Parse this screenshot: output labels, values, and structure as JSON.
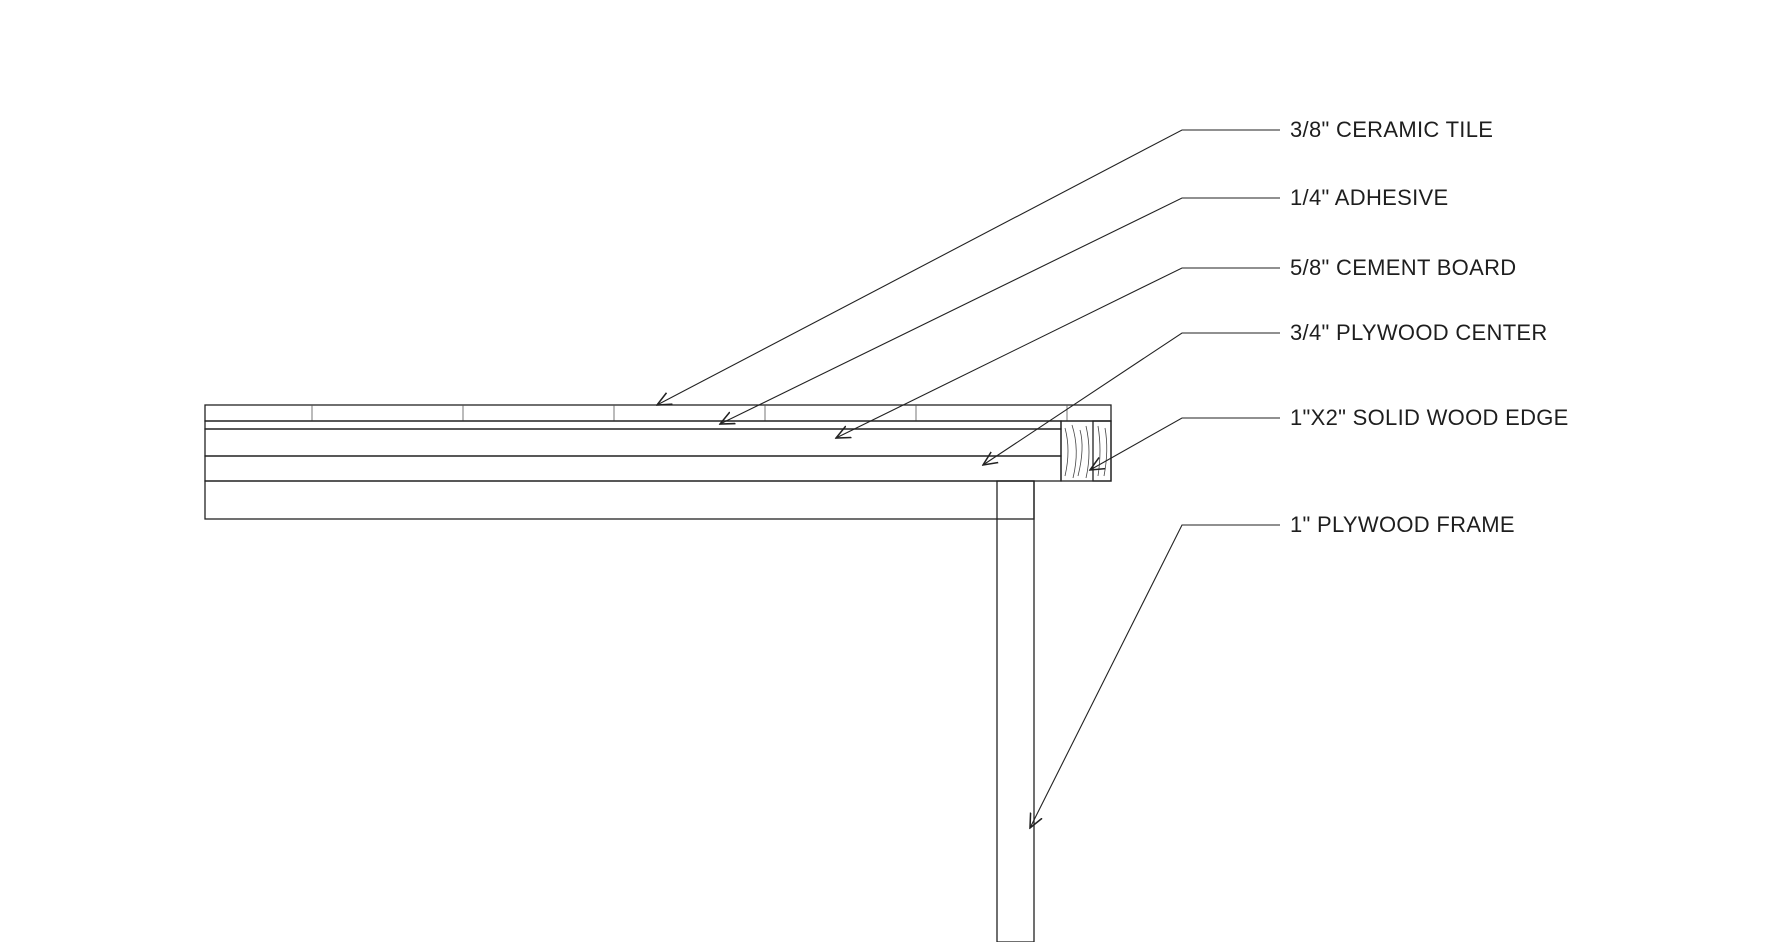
{
  "drawing": {
    "labels": {
      "tile": "3/8\" CERAMIC TILE",
      "adhesive": "1/4\" ADHESIVE",
      "cement_board": "5/8\" CEMENT BOARD",
      "plywood_center": "3/4\" PLYWOOD CENTER",
      "wood_edge": "1\"X2\" SOLID WOOD EDGE",
      "plywood_frame": "1\" PLYWOOD FRAME"
    }
  }
}
